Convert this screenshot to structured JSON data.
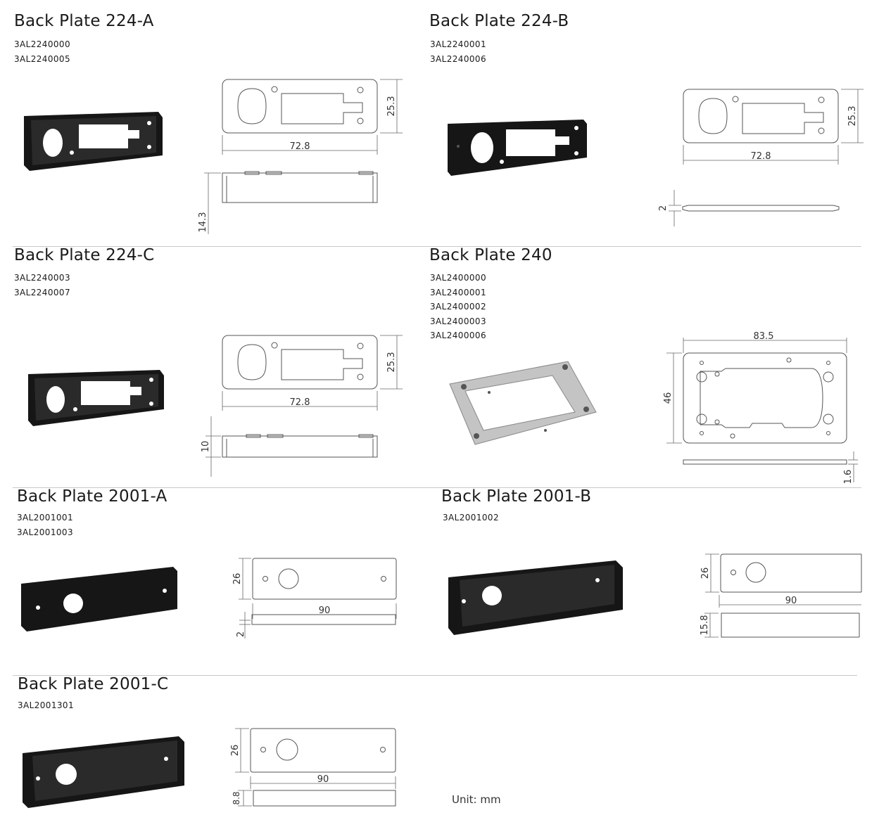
{
  "sections": [
    {
      "title": "Back Plate 224-A",
      "codes": [
        "3AL2240000",
        "3AL2240005"
      ],
      "dims": {
        "height": "25.3",
        "width": "72.8",
        "depth": "14.3"
      }
    },
    {
      "title": "Back Plate 224-B",
      "codes": [
        "3AL2240001",
        "3AL2240006"
      ],
      "dims": {
        "height": "25.3",
        "width": "72.8",
        "depth": "2"
      }
    },
    {
      "title": "Back Plate 224-C",
      "codes": [
        "3AL2240003",
        "3AL2240007"
      ],
      "dims": {
        "height": "25.3",
        "width": "72.8",
        "depth": "10"
      }
    },
    {
      "title": "Back Plate 240",
      "codes": [
        "3AL2400000",
        "3AL2400001",
        "3AL2400002",
        "3AL2400003",
        "3AL2400006"
      ],
      "dims": {
        "width": "83.5",
        "height": "46",
        "depth": "1.6"
      }
    },
    {
      "title": "Back Plate 2001-A",
      "codes": [
        "3AL2001001",
        "3AL2001003"
      ],
      "dims": {
        "height": "26",
        "width": "90",
        "depth": "2"
      }
    },
    {
      "title": "Back Plate 2001-B",
      "codes": [
        "3AL2001002"
      ],
      "dims": {
        "height": "26",
        "width": "90",
        "depth": "15.8"
      }
    },
    {
      "title": "Back Plate 2001-C",
      "codes": [
        "3AL2001301"
      ],
      "dims": {
        "height": "26",
        "width": "90",
        "depth": "8.8"
      }
    }
  ],
  "unit_note": "Unit: mm",
  "colors": {
    "plate_black": "#161616",
    "plate_metal": "#c4c4c4",
    "line": "#555555",
    "divider": "#c9c9c9"
  }
}
